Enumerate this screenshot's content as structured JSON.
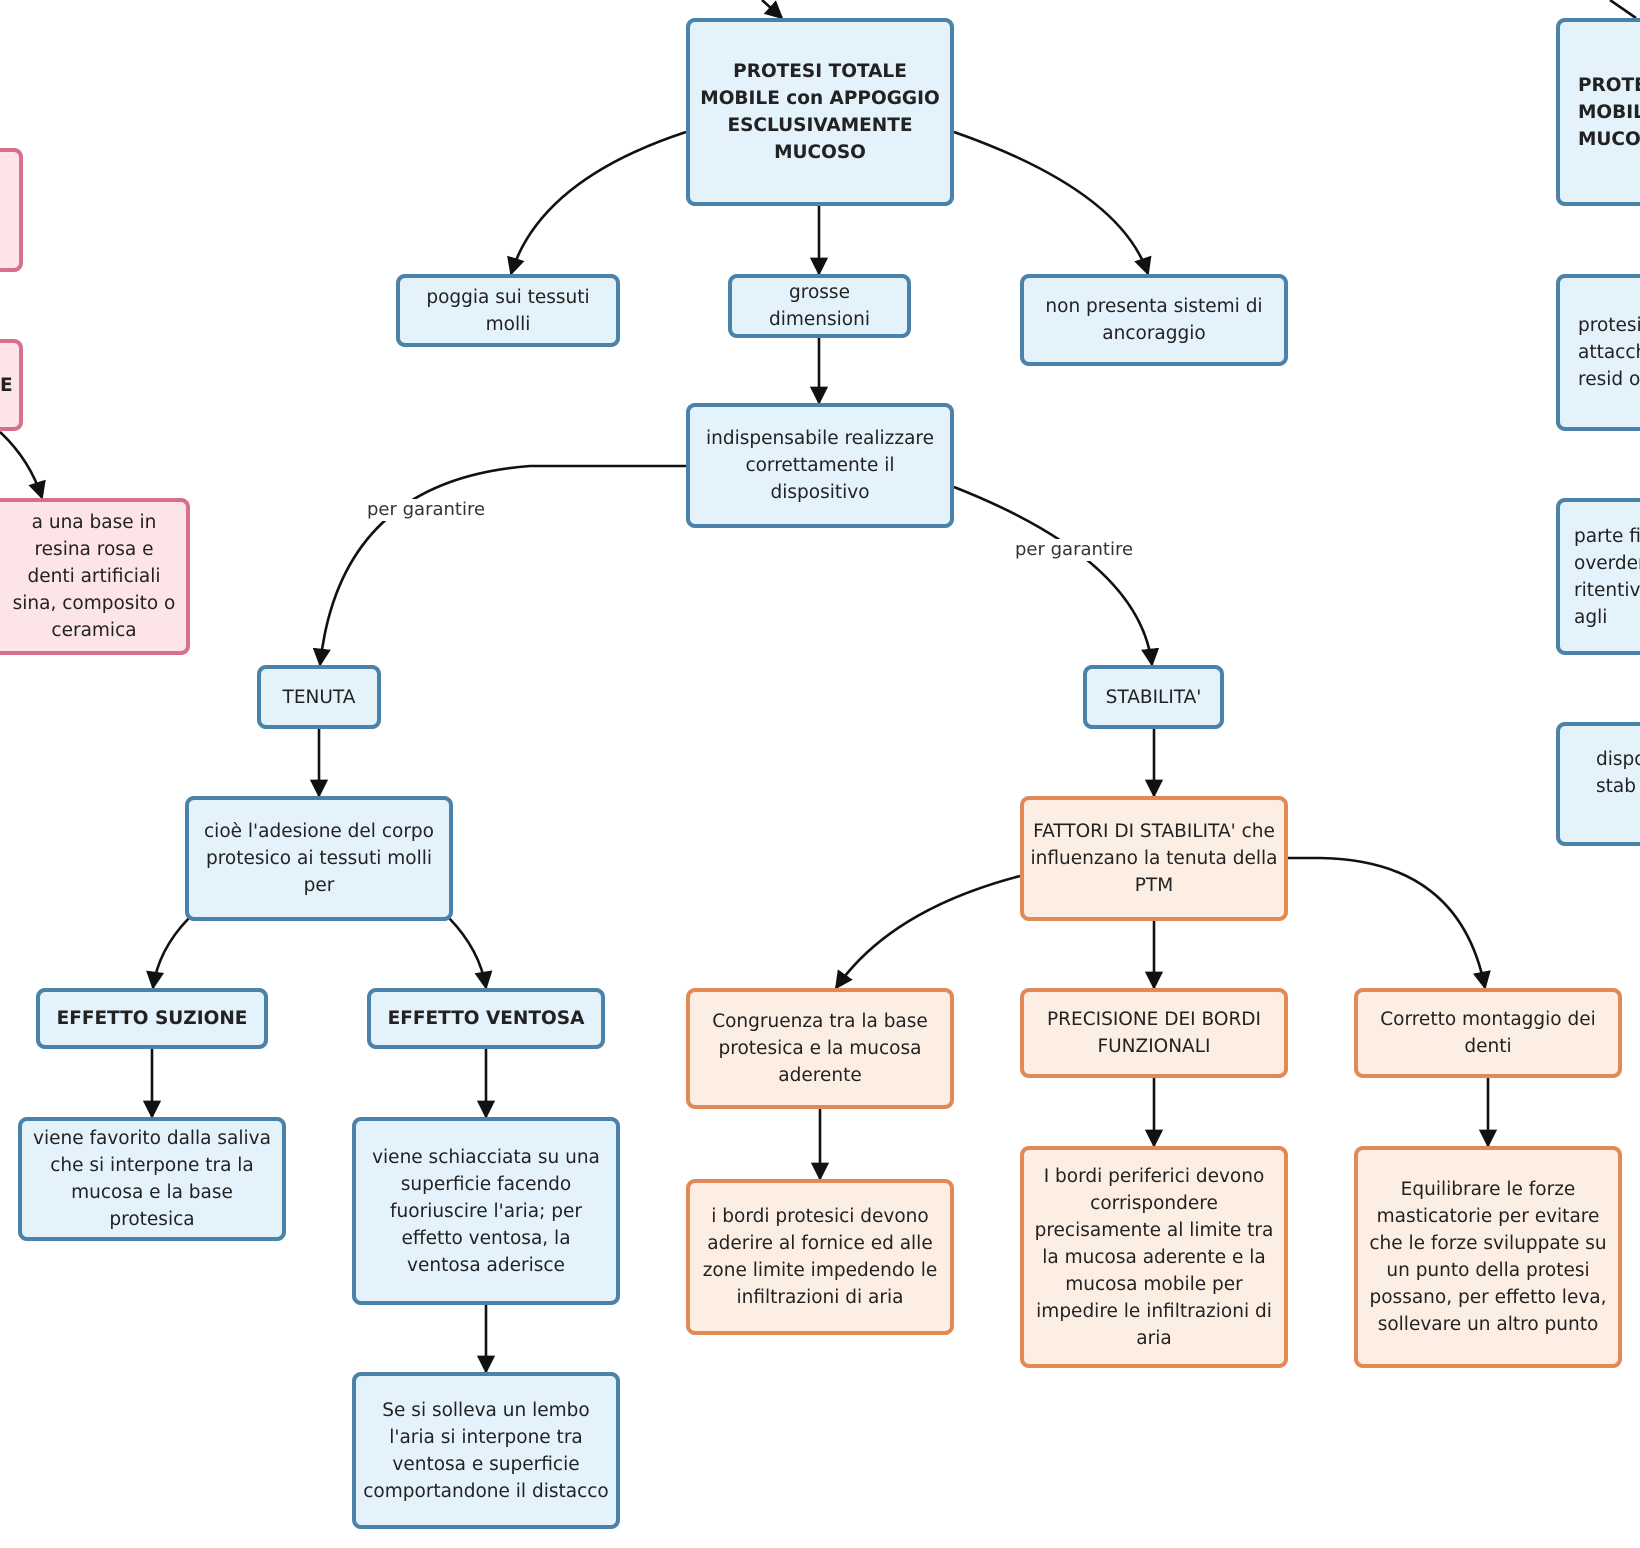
{
  "nodes": {
    "root": "PROTESI TOTALE MOBILE con APPOGGIO ESCLUSIVAMENTE MUCOSO",
    "poggia": "poggia sui tessuti molli",
    "grosse": "grosse dimensioni",
    "nonpresenta": "non presenta sistemi di ancoraggio",
    "indispensabile": "indispensabile realizzare correttamente il dispositivo",
    "tenuta": "TENUTA",
    "stabilita": "STABILITA'",
    "cioe": "cioè l'adesione del corpo protesico ai tessuti molli per",
    "suzione": "EFFETTO SUZIONE",
    "ventosa": "EFFETTO VENTOSA",
    "favorito": "viene favorito dalla saliva che si interpone tra la mucosa e la base protesica",
    "schiacciata": "viene schiacciata su una superficie facendo fuoriuscire l'aria; per effetto ventosa, la ventosa aderisce",
    "solleva": "Se si solleva un lembo l'aria si interpone tra ventosa e superficie comportandone il distacco",
    "fattori": "FATTORI DI STABILITA' che influenzano la tenuta della PTM",
    "congruenza": "Congruenza tra la base protesica e la mucosa aderente",
    "precisione": "PRECISIONE DEI BORDI FUNZIONALI",
    "corretto": "Corretto montaggio dei denti",
    "bordiprot": "i bordi protesici devono aderire al fornice ed alle zone limite impedendo le infiltrazioni di aria",
    "bordiperif": "I bordi periferici devono corrispondere precisamente al limite tra la mucosa aderente e la mucosa mobile per impedire le infiltrazioni di aria",
    "equilibrare": "Equilibrare le forze masticatorie per evitare che le forze sviluppate su un punto della protesi possano, per effetto leva, sollevare un altro punto",
    "leftE": "E",
    "leftBase": "a una base in resina rosa e denti artificiali sina, composito o ceramica",
    "rightTop": "PROTES MOBIL MUCO",
    "rightProtesi": "protesi attacch resid o:",
    "rightParte": "parte fis overden ritentivi agli",
    "rightDispo": "dispo stab"
  },
  "edge_labels": {
    "left": "per garantire",
    "right": "per garantire"
  },
  "colors": {
    "blue_fill": "#e4f2fc",
    "blue_border": "#4a82aa",
    "orange_fill": "#fdeee4",
    "orange_border": "#e28a55",
    "pink_fill": "#fde4e9",
    "pink_border": "#d6708c",
    "edge": "#111111"
  }
}
